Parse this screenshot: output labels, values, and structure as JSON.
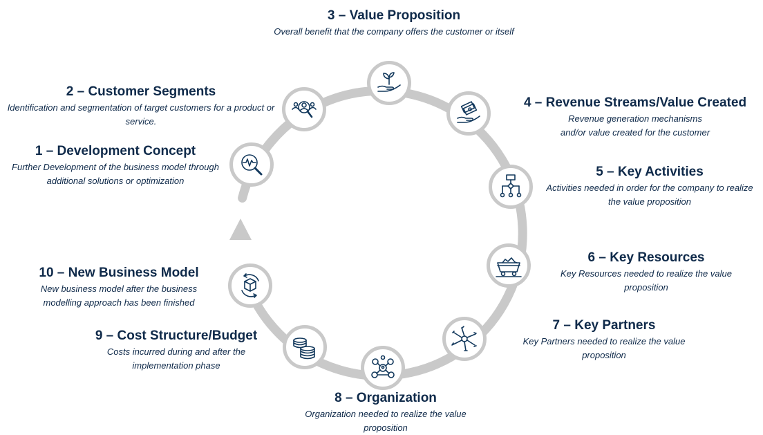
{
  "colors": {
    "ring": "#c9c9c9",
    "text": "#0f2a4a",
    "icon": "#12385c"
  },
  "steps": [
    {
      "number": "1",
      "title": "1 – Development Concept",
      "desc": "Further Development of the business model through additional solutions or optimization",
      "icon": "magnifier-pulse-icon"
    },
    {
      "number": "2",
      "title": "2 – Customer Segments",
      "desc": "Identification and segmentation of target customers for a product or service.",
      "icon": "people-search-icon"
    },
    {
      "number": "3",
      "title": "3 – Value Proposition",
      "desc": "Overall benefit that the company offers the customer or itself",
      "icon": "hand-plant-icon"
    },
    {
      "number": "4",
      "title": "4 – Revenue Streams/Value Created",
      "desc": "Revenue generation mechanisms and/or value created for the customer",
      "icon": "hand-money-icon"
    },
    {
      "number": "5",
      "title": "5 – Key Activities",
      "desc": "Activities needed in order for the company to realize the value proposition",
      "icon": "flowchart-icon"
    },
    {
      "number": "6",
      "title": "6 – Key Resources",
      "desc": "Key Resources needed to realize the value proposition",
      "icon": "mine-cart-icon"
    },
    {
      "number": "7",
      "title": "7 – Key Partners",
      "desc": "Key Partners needed to realize the value proposition",
      "icon": "joined-hands-icon"
    },
    {
      "number": "8",
      "title": "8 – Organization",
      "desc": "Organization needed to realize the value proposition",
      "icon": "network-people-icon"
    },
    {
      "number": "9",
      "title": "9 – Cost Structure/Budget",
      "desc": "Costs incurred during and after the implementation phase",
      "icon": "coins-icon"
    },
    {
      "number": "10",
      "title": "10 – New Business Model",
      "desc": "New business model after the business modelling approach has been finished",
      "icon": "box-cycle-icon"
    }
  ]
}
